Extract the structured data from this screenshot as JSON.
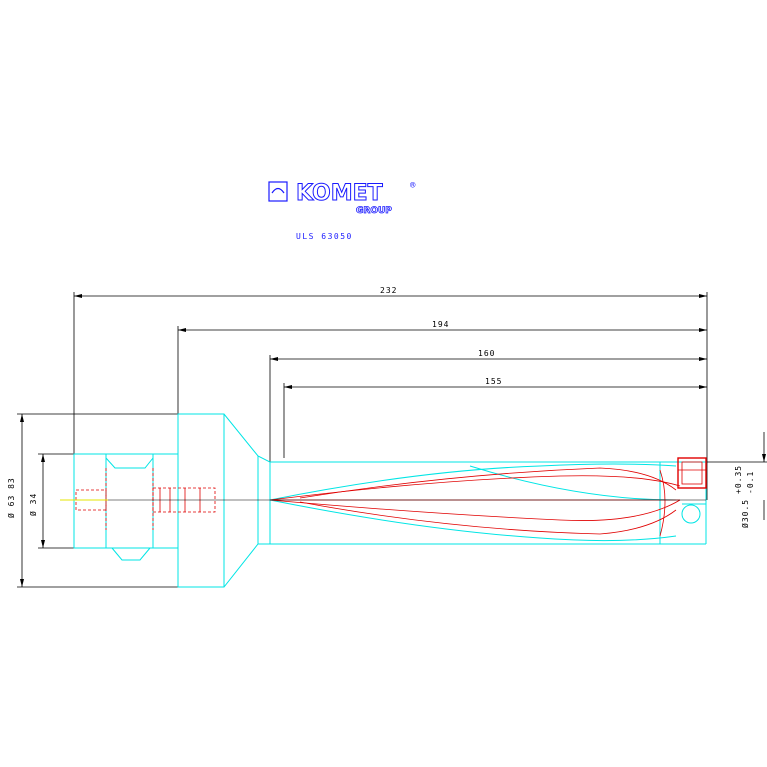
{
  "logo": {
    "brand": "KOMET",
    "registered": "®",
    "sub": "GROUP"
  },
  "part_code": "ULS 63050",
  "dimensions": {
    "len_232": "232",
    "len_194": "194",
    "len_160": "160",
    "len_155": "155",
    "dia_shank_flange": "Ø 63 83",
    "dia_shank": "Ø 34",
    "dia_tool": "Ø30.5",
    "tol_upper": "+0.35",
    "tol_lower": "-0.1"
  },
  "colors": {
    "outline": "#00e5e5",
    "hidden": "#e00000",
    "dimension": "#000000",
    "centerline": "#e6e600",
    "logo": "#1a1aff"
  }
}
